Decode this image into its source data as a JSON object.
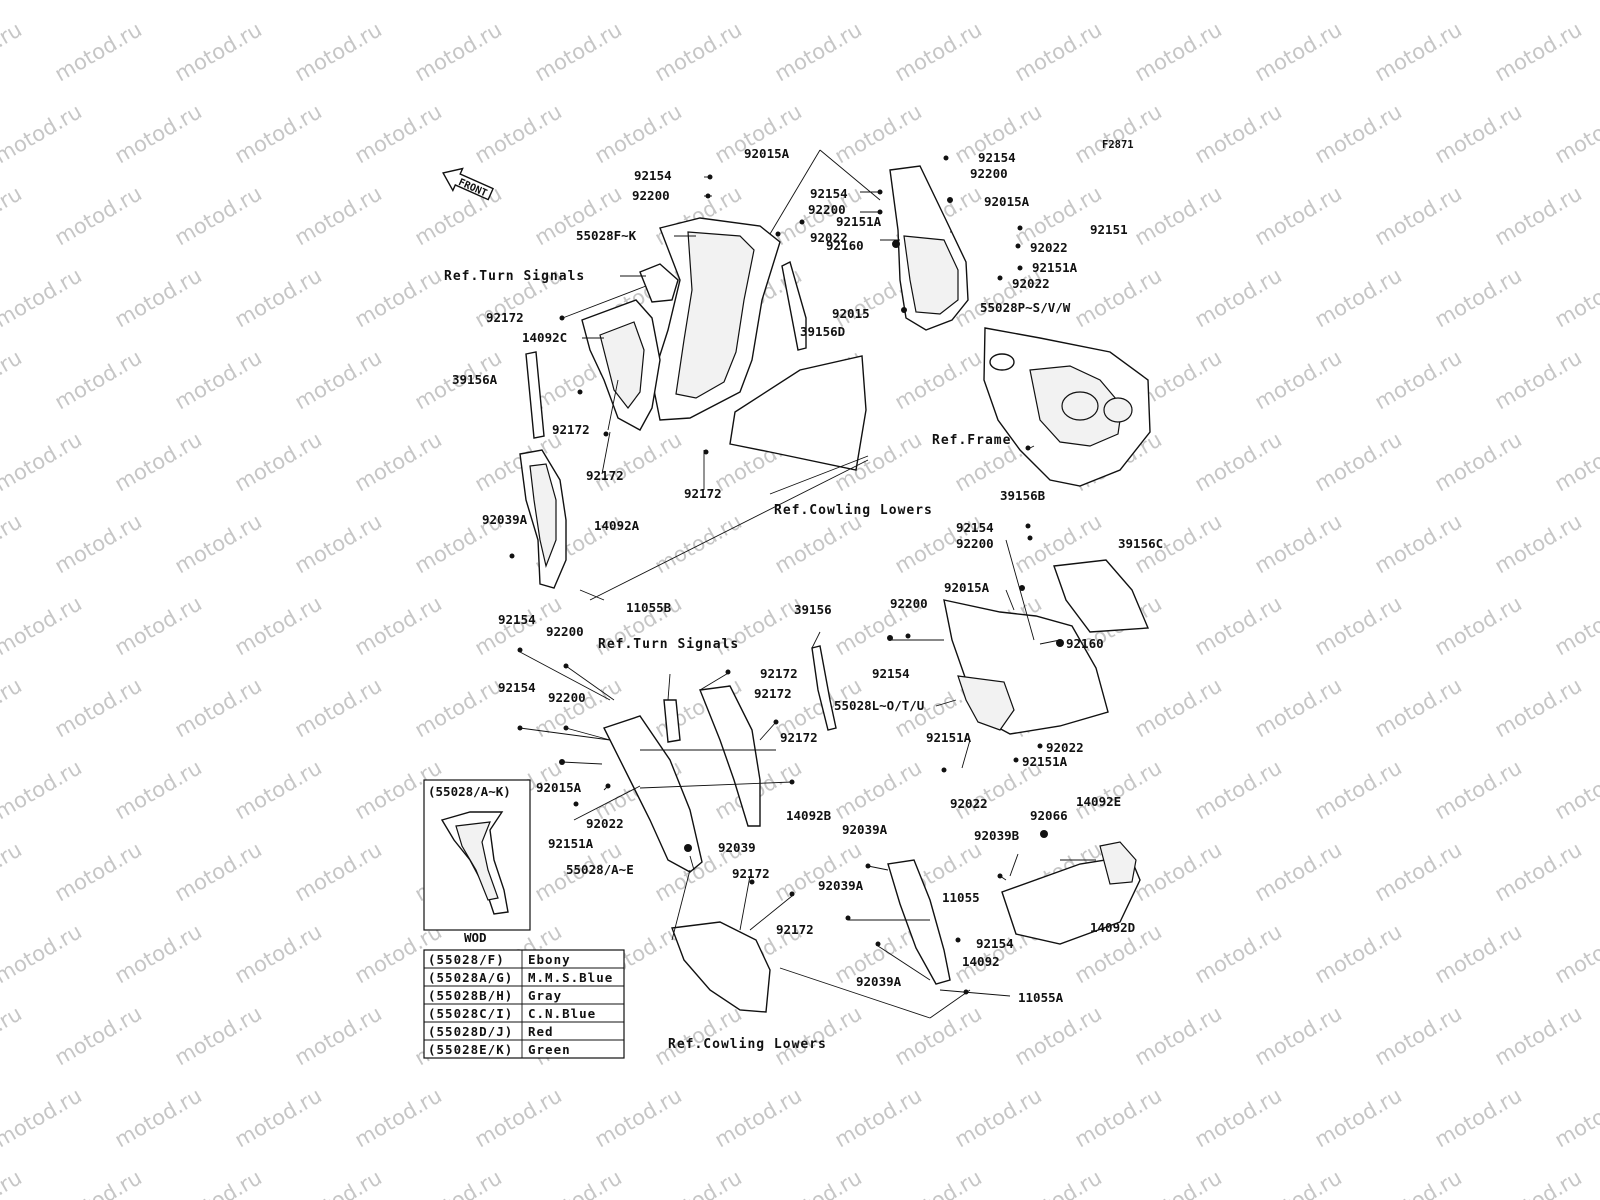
{
  "watermark": {
    "text": "motod.ru"
  },
  "figure_code": "F2871",
  "front_arrow": "FRONT",
  "references": {
    "turn_signals_top": "Ref.Turn Signals",
    "frame": "Ref.Frame",
    "cowling_lowers_top": "Ref.Cowling Lowers",
    "turn_signals_bottom": "Ref.Turn Signals",
    "cowling_lowers_bottom": "Ref.Cowling Lowers"
  },
  "part_labels": [
    {
      "id": "p1",
      "text": "92015A"
    },
    {
      "id": "p2",
      "text": "92154"
    },
    {
      "id": "p3",
      "text": "92200"
    },
    {
      "id": "p4",
      "text": "92154"
    },
    {
      "id": "p5",
      "text": "92200"
    },
    {
      "id": "p6",
      "text": "92154"
    },
    {
      "id": "p7",
      "text": "92200"
    },
    {
      "id": "p8",
      "text": "92015A"
    },
    {
      "id": "p9",
      "text": "92151A"
    },
    {
      "id": "p10",
      "text": "92151"
    },
    {
      "id": "p11",
      "text": "55028F~K"
    },
    {
      "id": "p12",
      "text": "92022"
    },
    {
      "id": "p13",
      "text": "92022"
    },
    {
      "id": "p14",
      "text": "92160"
    },
    {
      "id": "p15",
      "text": "92151A"
    },
    {
      "id": "p16",
      "text": "92022"
    },
    {
      "id": "p17",
      "text": "92015"
    },
    {
      "id": "p18",
      "text": "55028P~S/V/W"
    },
    {
      "id": "p19",
      "text": "92172"
    },
    {
      "id": "p20",
      "text": "39156D"
    },
    {
      "id": "p21",
      "text": "14092C"
    },
    {
      "id": "p22",
      "text": "39156A"
    },
    {
      "id": "p23",
      "text": "92172"
    },
    {
      "id": "p24",
      "text": "92172"
    },
    {
      "id": "p25",
      "text": "92172"
    },
    {
      "id": "p26",
      "text": "39156B"
    },
    {
      "id": "p27",
      "text": "92039A"
    },
    {
      "id": "p28",
      "text": "14092A"
    },
    {
      "id": "p29",
      "text": "92154"
    },
    {
      "id": "p30",
      "text": "39156C"
    },
    {
      "id": "p31",
      "text": "92200"
    },
    {
      "id": "p32",
      "text": "92015A"
    },
    {
      "id": "p33",
      "text": "11055B"
    },
    {
      "id": "p34",
      "text": "92154"
    },
    {
      "id": "p35",
      "text": "39156"
    },
    {
      "id": "p36",
      "text": "92200"
    },
    {
      "id": "p37",
      "text": "92200"
    },
    {
      "id": "p38",
      "text": "92160"
    },
    {
      "id": "p39",
      "text": "92154"
    },
    {
      "id": "p40",
      "text": "92172"
    },
    {
      "id": "p41",
      "text": "92154"
    },
    {
      "id": "p42",
      "text": "92200"
    },
    {
      "id": "p43",
      "text": "92172"
    },
    {
      "id": "p44",
      "text": "55028L~O/T/U"
    },
    {
      "id": "p45",
      "text": "92172"
    },
    {
      "id": "p46",
      "text": "92151A"
    },
    {
      "id": "p47",
      "text": "92022"
    },
    {
      "id": "p48",
      "text": "92151A"
    },
    {
      "id": "p49",
      "text": "92015A"
    },
    {
      "id": "p50",
      "text": "92022"
    },
    {
      "id": "p51",
      "text": "92022"
    },
    {
      "id": "p52",
      "text": "14092B"
    },
    {
      "id": "p53",
      "text": "14092E"
    },
    {
      "id": "p54",
      "text": "92066"
    },
    {
      "id": "p55",
      "text": "92151A"
    },
    {
      "id": "p56",
      "text": "92039A"
    },
    {
      "id": "p57",
      "text": "92039"
    },
    {
      "id": "p58",
      "text": "92039B"
    },
    {
      "id": "p59",
      "text": "55028/A~E"
    },
    {
      "id": "p60",
      "text": "92172"
    },
    {
      "id": "p61",
      "text": "92039A"
    },
    {
      "id": "p62",
      "text": "11055"
    },
    {
      "id": "p63",
      "text": "92172"
    },
    {
      "id": "p64",
      "text": "92154"
    },
    {
      "id": "p65",
      "text": "14092D"
    },
    {
      "id": "p66",
      "text": "14092"
    },
    {
      "id": "p67",
      "text": "92039A"
    },
    {
      "id": "p68",
      "text": "11055A"
    }
  ],
  "inset": {
    "title": "(55028/A~K)",
    "caption": "WOD"
  },
  "color_table": [
    {
      "code": "(55028/F)",
      "color": "Ebony"
    },
    {
      "code": "(55028A/G)",
      "color": "M.M.S.Blue"
    },
    {
      "code": "(55028B/H)",
      "color": "Gray"
    },
    {
      "code": "(55028C/I)",
      "color": "C.N.Blue"
    },
    {
      "code": "(55028D/J)",
      "color": "Red"
    },
    {
      "code": "(55028E/K)",
      "color": "Green"
    }
  ]
}
